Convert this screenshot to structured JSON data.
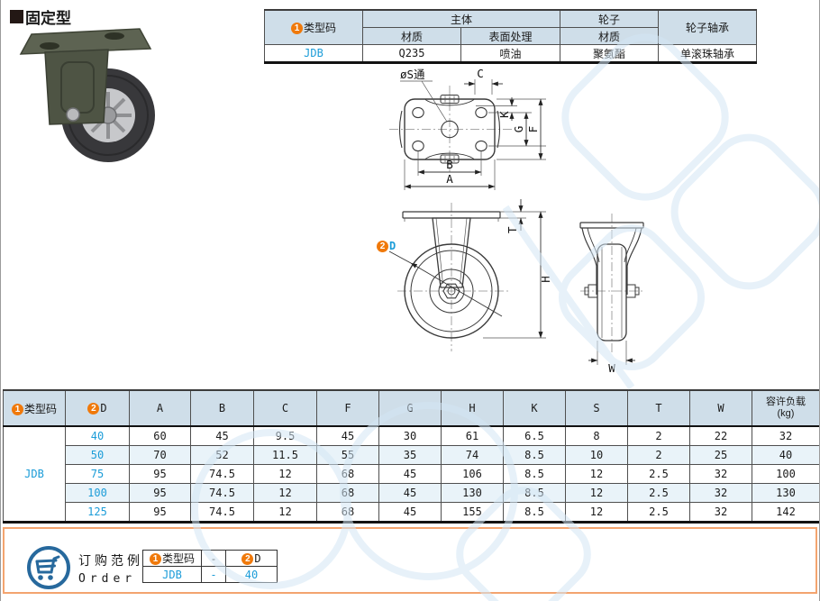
{
  "page": {
    "title": "固定型"
  },
  "spec_table": {
    "typecode_num": "1",
    "typecode_label": "类型码",
    "group_body": "主体",
    "group_wheel": "轮子",
    "bearing_label": "轮子轴承",
    "body_material_label": "材质",
    "surface_label": "表面处理",
    "wheel_material_label": "材质",
    "row": {
      "typecode": "JDB",
      "body_material": "Q235",
      "surface": "喷油",
      "wheel_material": "聚氨酯",
      "bearing": "单滚珠轴承"
    }
  },
  "drawings": {
    "hole_label": "øS通",
    "dim_c": "C",
    "dim_k": "K",
    "dim_g": "G",
    "dim_f": "F",
    "dim_b": "B",
    "dim_a": "A",
    "dim_t": "T",
    "dim_h": "H",
    "dim_w": "W",
    "d_num": "2",
    "dim_d": "D"
  },
  "dim_table": {
    "typecode_num": "1",
    "typecode_label": "类型码",
    "d_num": "2",
    "d_label": "D",
    "columns": [
      "A",
      "B",
      "C",
      "F",
      "G",
      "H",
      "K",
      "S",
      "T",
      "W"
    ],
    "load_label": "容许负载",
    "load_unit": "(kg)",
    "typecode_value": "JDB",
    "rows": [
      {
        "d": "40",
        "values": [
          "60",
          "45",
          "9.5",
          "45",
          "30",
          "61",
          "6.5",
          "8",
          "2",
          "22",
          "32"
        ]
      },
      {
        "d": "50",
        "values": [
          "70",
          "52",
          "11.5",
          "55",
          "35",
          "74",
          "8.5",
          "10",
          "2",
          "25",
          "40"
        ]
      },
      {
        "d": "75",
        "values": [
          "95",
          "74.5",
          "12",
          "68",
          "45",
          "106",
          "8.5",
          "12",
          "2.5",
          "32",
          "100"
        ]
      },
      {
        "d": "100",
        "values": [
          "95",
          "74.5",
          "12",
          "68",
          "45",
          "130",
          "8.5",
          "12",
          "2.5",
          "32",
          "130"
        ]
      },
      {
        "d": "125",
        "values": [
          "95",
          "74.5",
          "12",
          "68",
          "45",
          "155",
          "8.5",
          "12",
          "2.5",
          "32",
          "142"
        ]
      }
    ]
  },
  "order": {
    "title_cn": "订购范例",
    "title_en": "Order",
    "num1": "1",
    "typecode_label": "类型码",
    "sep": "-",
    "num2": "2",
    "d_label": "D",
    "typecode_value": "JDB",
    "sep_value": "-",
    "d_value": "40"
  },
  "colors": {
    "accent_blue": "#1b9cd8",
    "circle_orange": "#f0790a",
    "table_header_bg": "#cfdee9",
    "row_alt_bg": "#e9f3f9",
    "order_border": "#f3a46f",
    "cart_blue": "#27699d",
    "watermark": "#d3e6f4"
  }
}
